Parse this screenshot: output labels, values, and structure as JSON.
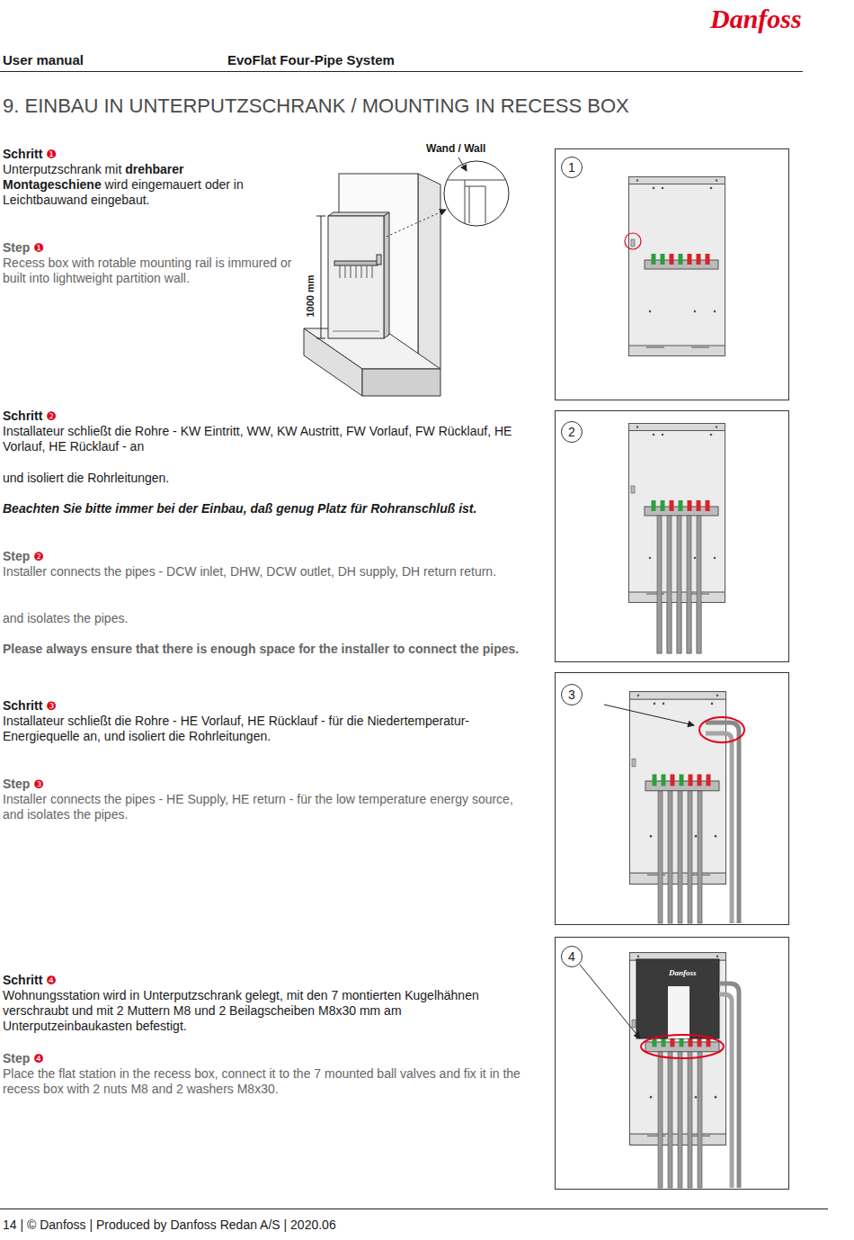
{
  "diagram": {
    "title": "9. EINBAU IN UNTERPUTZSCHRANK / MOUNTING IN RECESS BOX",
    "nodes": [
      {
        "text": [
          "1"
        ]
      },
      {
        "text": [
          "2"
        ]
      },
      {
        "text": [
          "3"
        ]
      },
      {
        "text": [
          "4"
        ]
      }
    ],
    "labels": [
      "Danfoss",
      "User manual",
      "EvoFlat Four-Pipe System",
      "Schritt",
      "❶",
      "Unterputzschrank mit",
      "drehbarer Montageschiene",
      "wird eingemauert oder in Leichtbauwand eingebaut.",
      "Wand / Wall",
      "1000 mm",
      "Step",
      "❶",
      "Recess box with rotable mounting rail is immured or built into lightweight partition wall.",
      "Schritt",
      "❷",
      "Installateur schließt die Rohre - KW Eintritt, WW, KW Austritt, FW Vorlauf, FW Rücklauf, HE Vorlauf, HE Rücklauf - an",
      "und isoliert die Rohrleitungen.",
      "Beachten Sie bitte immer bei der Einbau, daß genug Platz für Rohranschluß ist.",
      "Step",
      "❷",
      "Installer connects the pipes - DCW inlet, DHW, DCW outlet, DH supply, DH return return.",
      "and isolates the pipes.",
      "Please always ensure that there is enough space for the installer to connect the pipes.",
      "Schritt",
      "❸",
      "Installateur schließt die Rohre - HE Vorlauf, HE Rücklauf - für die Niedertemperatur-Energiequelle an, und isoliert die Rohrleitungen.",
      "Step",
      "❸",
      "Installer connects the pipes - HE Supply, HE return - für the low temperature energy source, and isolates the pipes.",
      "Schritt",
      "❹",
      "Wohnungsstation wird in Unterputzschrank gelegt, mit den 7 montierten Kugelhähnen verschraubt und mit 2 Muttern M8 und 2 Beilagscheiben M8x30 mm am Unterputzeinbaukasten befestigt.",
      "Step",
      "❹",
      "Place the flat station in the recess box, connect it to the 7 mounted ball valves and fix it in the recess box with 2 nuts M8 and 2 washers M8x30.",
      "Danfoss",
      "14 | © Danfoss | Produced by Danfoss Redan A/S | 2020.06"
    ]
  }
}
